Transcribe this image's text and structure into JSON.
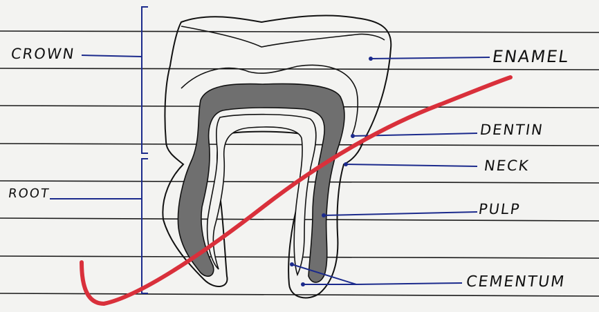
{
  "labels": {
    "crown": "CROWN",
    "root": "ROOT",
    "enamel": "ENAMEL",
    "dentin": "DENTIN",
    "neck": "NECK",
    "pulp": "PULP",
    "cementum": "CEMENTUM"
  },
  "colors": {
    "paper": "#f3f3f1",
    "ruled_line": "#1b1b1b",
    "pen_outline": "#111111",
    "pointer_blue": "#1b2a8c",
    "dentin_fill": "#6f6f6f",
    "cross_mark": "#d9303b"
  }
}
